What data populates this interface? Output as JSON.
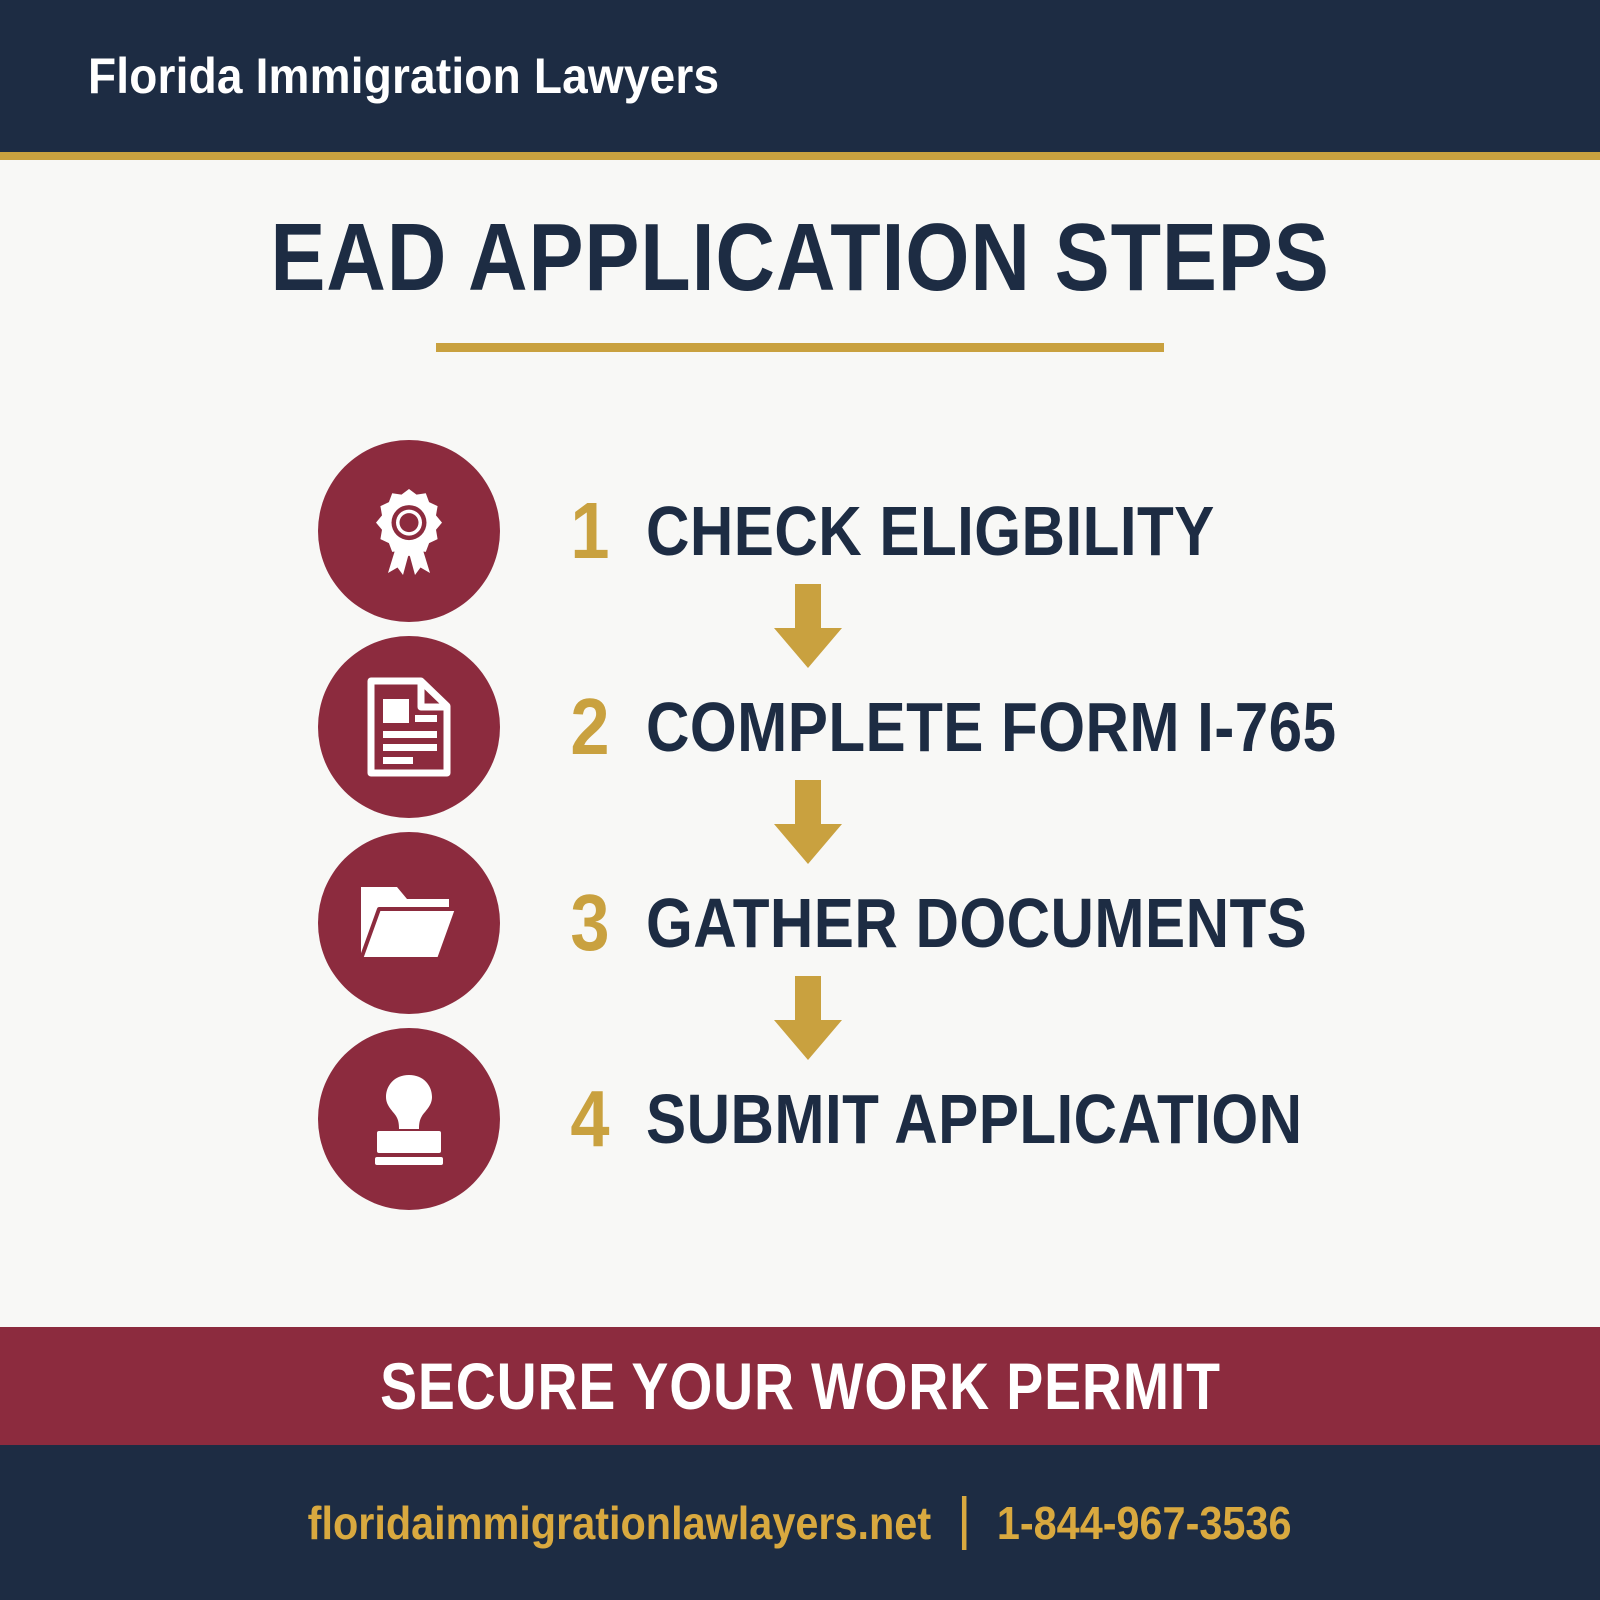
{
  "colors": {
    "navy": "#1d2c43",
    "maroon": "#8c2b3e",
    "gold": "#c9a13f",
    "gold_light": "#d9a93f",
    "background": "#f8f8f6",
    "white": "#ffffff"
  },
  "header": {
    "brand": "Florida Immigration Lawyers"
  },
  "title": {
    "heading": "EAD APPLICATION STEPS"
  },
  "steps": [
    {
      "number": "1",
      "label": "CHECK ELIGBILITY",
      "icon": "award-ribbon-icon"
    },
    {
      "number": "2",
      "label": "COMPLETE FORM I-765",
      "icon": "document-icon"
    },
    {
      "number": "3",
      "label": "GATHER DOCUMENTS",
      "icon": "open-folder-icon"
    },
    {
      "number": "4",
      "label": "SUBMIT APPLICATION",
      "icon": "rubber-stamp-icon"
    }
  ],
  "arrows": [
    {
      "icon": "arrow-down-icon"
    },
    {
      "icon": "arrow-down-icon"
    },
    {
      "icon": "arrow-down-icon"
    }
  ],
  "cta": {
    "text": "SECURE YOUR WORK PERMIT"
  },
  "footer": {
    "website": "floridaimmigrationlawlayers.net",
    "phone": "1-844-967-3536"
  }
}
